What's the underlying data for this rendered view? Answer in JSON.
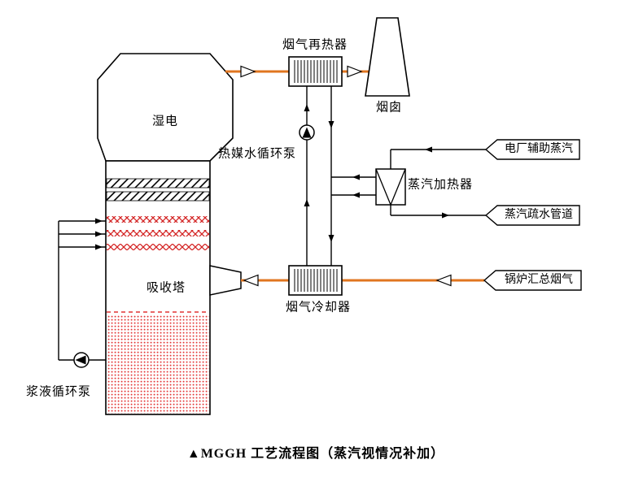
{
  "diagram": {
    "caption": "▲MGGH 工艺流程图（蒸汽视情况补加）",
    "equipment": {
      "wet_esp": "湿电",
      "absorber_tower": "吸收塔",
      "gas_reheater": "烟气再热器",
      "chimney": "烟囱",
      "heat_medium_pump": "热媒水循环泵",
      "steam_heater": "蒸汽加热器",
      "gas_cooler": "烟气冷却器",
      "slurry_pump": "浆液循环泵"
    },
    "streams": {
      "aux_steam": "电厂辅助蒸汽",
      "steam_drain": "蒸汽疏水管道",
      "boiler_flue_gas": "锅炉汇总烟气"
    },
    "colors": {
      "flue_gas_line": "#e0751f",
      "pipe_line": "#000000",
      "demister_hatch": "#000000",
      "spray_zone_red": "#d42424",
      "slurry_liquid_red": "#e23333",
      "background": "#ffffff"
    }
  }
}
